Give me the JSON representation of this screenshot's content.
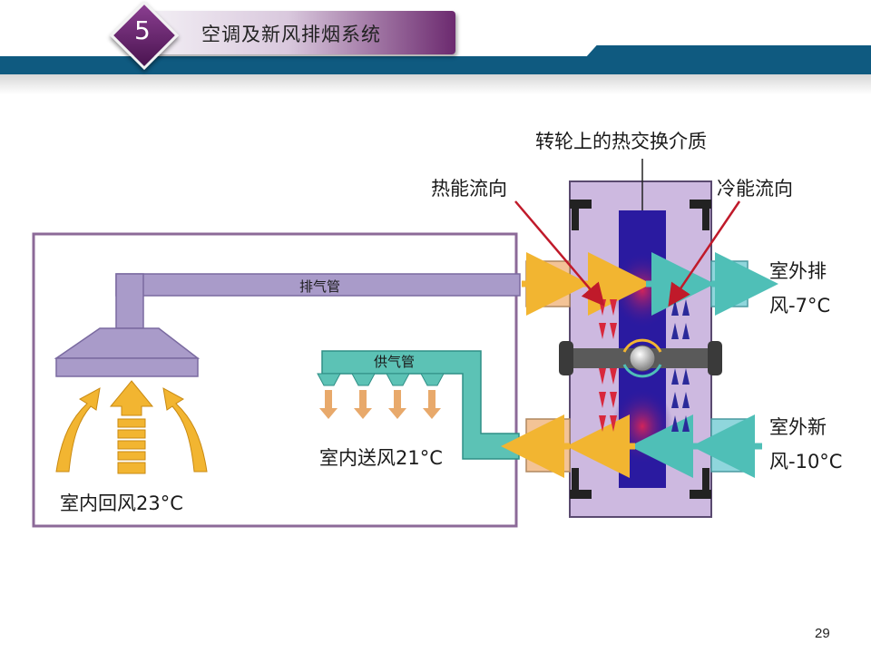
{
  "slide": {
    "number": "5",
    "title": "空调及新风排烟系统",
    "page_number": "29"
  },
  "diagram": {
    "label_medium": "转轮上的热交换介质",
    "label_heat_flow": "热能流向",
    "label_cold_flow": "冷能流向",
    "label_exhaust_pipe": "排气管",
    "label_supply_pipe": "供气管",
    "outdoor_exhaust": [
      "室外排",
      "风-7°C"
    ],
    "outdoor_fresh": [
      "室外新",
      "风-10°C"
    ],
    "indoor_supply": "室内送风21°C",
    "indoor_return": "室内回风23°C"
  },
  "colors": {
    "header_bar": "#0f5a80",
    "title_pill_accent": "#6c2a6f",
    "duct": "#a99bc9",
    "supply_duct": "#5cc2b5",
    "wheel": "#2a1aa0",
    "warm_arrow": "#f2b531",
    "cool_arrow": "#4fbfb7",
    "red_arrow": "#d8283c",
    "blue_arrow": "#2a2a9a"
  }
}
